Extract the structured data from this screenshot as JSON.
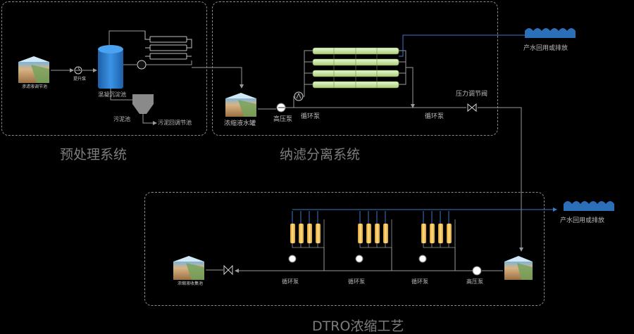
{
  "sections": {
    "pretreatment": "预处理系统",
    "nanofiltration": "纳滤分离系统",
    "dtro": "DTRO浓缩工艺"
  },
  "labels": {
    "raw_pool": "渗滤液调节池",
    "pump_small": "提升泵",
    "tank": "混凝沉淀池",
    "sludge_tank": "污泥池",
    "sludge_dest": "污泥回调节池",
    "nf_tank": "浓缩液水罐",
    "hp_pump_nf": "高压泵",
    "circ_pump_nf": "循环泵",
    "circ_pump_nf2": "循环泵",
    "pressure_valve": "压力调节阀",
    "product_top": "产水回用或排放",
    "product_bottom": "产水回用或排放",
    "dtro_tank": "浓缩液收集池",
    "circ1": "循环泵",
    "circ2": "循环泵",
    "circ3": "循环泵",
    "hp_pump_dtro": "高压泵"
  },
  "colors": {
    "line": "#9a9a9a",
    "product_line": "#3f79c9",
    "water": "#2b6fb8",
    "tank_blue": "#2b7fd4",
    "membrane": "#c8e6a0",
    "dtro_column": "#f3c65a"
  }
}
